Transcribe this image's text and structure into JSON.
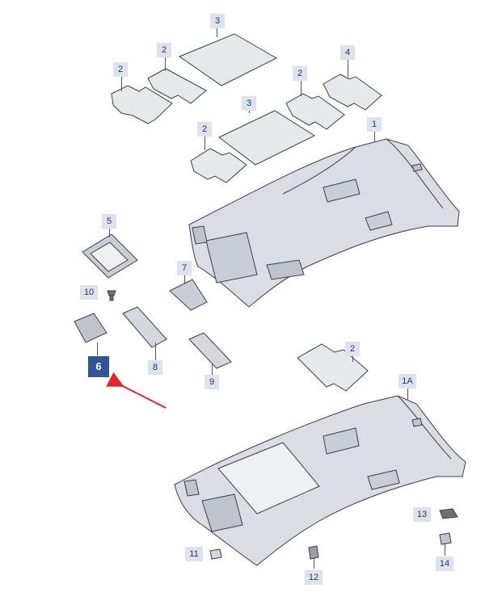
{
  "callouts": {
    "c3a": "3",
    "c2a": "2",
    "c2b": "2",
    "c4": "4",
    "c2c": "2",
    "c3b": "3",
    "c2d": "2",
    "c1": "1",
    "c5": "5",
    "c7": "7",
    "c10": "10",
    "c6": "6",
    "c8": "8",
    "c9": "9",
    "c2e": "2",
    "c1a": "1A",
    "c13": "13",
    "c11": "11",
    "c12": "12",
    "c14": "14"
  },
  "colors": {
    "panel_fill": "#e6e8ec",
    "outline": "#3a3f4a",
    "headliner_fill": "#dadde3",
    "callout_bg": "#dde3ee",
    "active_bg": "#2f5597",
    "arrow": "#e0262c"
  }
}
